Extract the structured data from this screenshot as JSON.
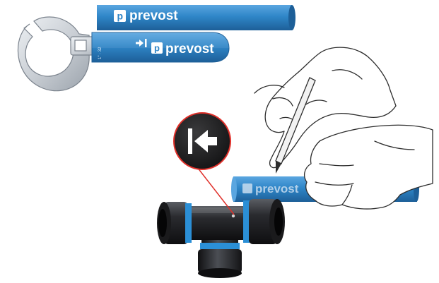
{
  "brand": {
    "name": "prevost",
    "logo_letter": "p"
  },
  "wrench": {
    "size_marking": "1\" · 32"
  },
  "tools": {
    "top_pipe_label": "prevost",
    "calibration_tool_label": "prevost",
    "marked_pipe_label": "prevost"
  },
  "callout": {
    "icon": "insert-arrow-icon"
  },
  "colors": {
    "pipe_blue": "#2f86c8",
    "pipe_blue_dark": "#1d5f98",
    "fitting_black": "#1c1c1e",
    "ring_blue": "#2b8fd6",
    "callout_red": "#e0302a",
    "tool_silver": "#c9ced4"
  }
}
